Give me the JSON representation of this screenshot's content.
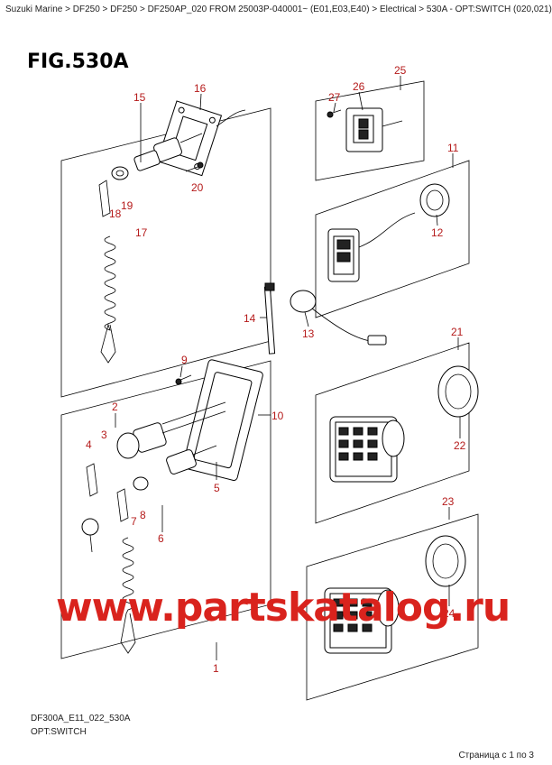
{
  "breadcrumb": "Suzuki Marine > DF250 > DF250 > DF250AP_020 FROM 25003P-040001~ (E01,E03,E40) > Electrical > 530A - OPT:SWITCH (020,021)",
  "figure_title": "FIG.530A",
  "footer": {
    "code": "DF300A_E11_022_530A",
    "name": "OPT:SWITCH"
  },
  "page_indicator": "Страница с 1 по 3",
  "watermark": "www.partskatalog.ru",
  "callouts": [
    "1",
    "2",
    "3",
    "4",
    "5",
    "6",
    "7",
    "8",
    "9",
    "10",
    "11",
    "12",
    "13",
    "14",
    "15",
    "16",
    "17",
    "18",
    "19",
    "20",
    "21",
    "22",
    "23",
    "24",
    "25",
    "26",
    "27"
  ],
  "colors": {
    "callout": "#b51b1b",
    "watermark": "#d9231d"
  }
}
